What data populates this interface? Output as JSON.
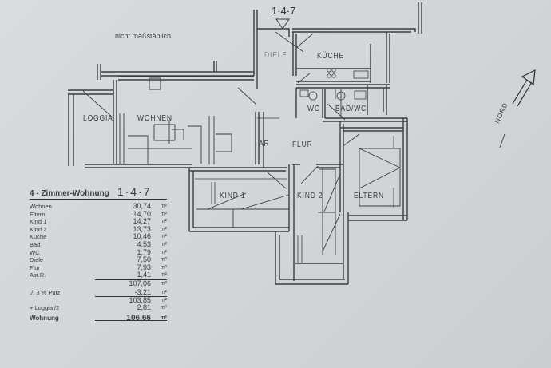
{
  "note": "nicht maßstäblich",
  "unit_label_top": "1·4·7",
  "north_label": "NORD",
  "rooms": {
    "diele": "DIELE",
    "kueche": "KÜCHE",
    "wc": "WC",
    "bad_wc": "BAD/WC",
    "loggia": "LOGGIA",
    "wohnen": "WOHNEN",
    "ar": "AR",
    "flur": "FLUR",
    "kind1": "KIND 1",
    "kind2": "KIND 2",
    "eltern": "ELTERN"
  },
  "areas_table": {
    "title": "4 - Zimmer-Wohnung",
    "unit": "1·4·7",
    "rows": [
      {
        "name": "Wohnen",
        "value": "30,74",
        "unit": "m²"
      },
      {
        "name": "Eltern",
        "value": "14,70",
        "unit": "m²"
      },
      {
        "name": "Kind  1",
        "value": "14,27",
        "unit": "m²"
      },
      {
        "name": "Kind  2",
        "value": "13,73",
        "unit": "m²"
      },
      {
        "name": "Küche",
        "value": "10,46",
        "unit": "m²"
      },
      {
        "name": "Bad",
        "value": "4,53",
        "unit": "m²"
      },
      {
        "name": "WC",
        "value": "1,79",
        "unit": "m²"
      },
      {
        "name": "Diele",
        "value": "7,50",
        "unit": "m²"
      },
      {
        "name": "Flur",
        "value": "7,93",
        "unit": "m²"
      },
      {
        "name": "Ast.R.",
        "value": "1,41",
        "unit": "m²"
      }
    ],
    "subtotal": {
      "value": "107,06",
      "unit": "m²"
    },
    "putz": {
      "name": "./. 3 % Putz",
      "value": "-3,21",
      "unit": "m²"
    },
    "subtotal2": {
      "value": "103,85",
      "unit": "m²"
    },
    "loggia": {
      "name": "+ Loggia /2",
      "value": "2,81",
      "unit": "m²"
    },
    "total": {
      "name": "Wohnung",
      "value": "106,66",
      "unit": "m²"
    }
  }
}
